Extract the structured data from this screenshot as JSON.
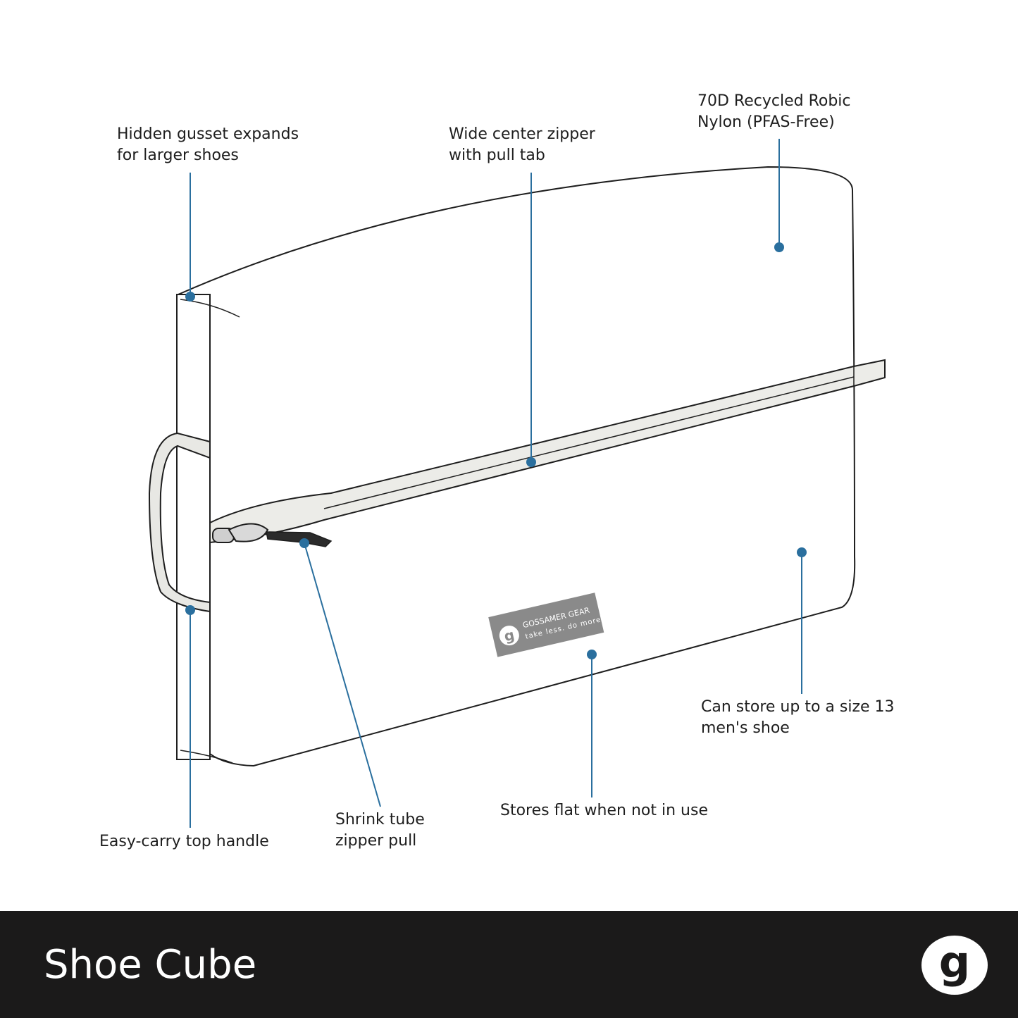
{
  "annotations": {
    "gusset": {
      "line1": "Hidden gusset expands",
      "line2": "for larger shoes"
    },
    "zipper": {
      "line1": "Wide center zipper",
      "line2": "with pull tab"
    },
    "material": {
      "line1": "70D Recycled Robic",
      "line2": "Nylon (PFAS-Free)"
    },
    "size": {
      "line1": "Can store up to a size 13",
      "line2": "men's shoe"
    },
    "handle": {
      "line1": "Easy-carry top handle"
    },
    "zipper_pull": {
      "line1": "Shrink tube",
      "line2": "zipper pull"
    },
    "flat": {
      "line1": "Stores flat when not in use"
    }
  },
  "tag": {
    "brand": "GOSSAMER GEAR",
    "tagline": "take less. do more.",
    "mark": "g"
  },
  "footer": {
    "title": "Shoe Cube",
    "logo_mark": "g"
  },
  "colors": {
    "callout": "#2a6f9e",
    "footer_bg": "#1b1a1a",
    "outline": "#1e1e1e",
    "tag_bg": "#8a8a8a"
  }
}
